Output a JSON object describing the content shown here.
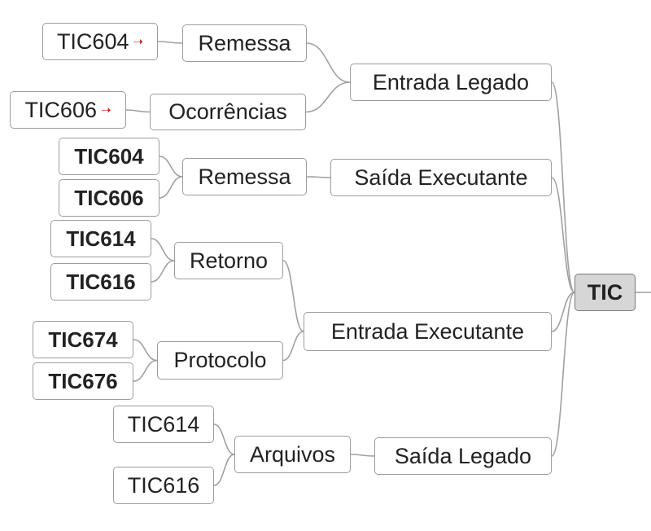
{
  "root": {
    "label": "TIC"
  },
  "branches": {
    "entrada_legado": {
      "label": "Entrada Legado",
      "remessa": {
        "label": "Remessa",
        "leaf": "TIC604"
      },
      "ocorrencias": {
        "label": "Ocorrências",
        "leaf": "TIC606"
      }
    },
    "saida_executante": {
      "label": "Saída Executante",
      "remessa": {
        "label": "Remessa",
        "leaves": [
          "TIC604",
          "TIC606"
        ]
      }
    },
    "entrada_executante": {
      "label": "Entrada Executante",
      "retorno": {
        "label": "Retorno",
        "leaves": [
          "TIC614",
          "TIC616"
        ]
      },
      "protocolo": {
        "label": "Protocolo",
        "leaves": [
          "TIC674",
          "TIC676"
        ]
      }
    },
    "saida_legado": {
      "label": "Saída Legado",
      "arquivos": {
        "label": "Arquivos",
        "leaves": [
          "TIC614",
          "TIC616"
        ]
      }
    }
  },
  "link_color": "#a0a0a0",
  "arrow_symbol": "➝"
}
